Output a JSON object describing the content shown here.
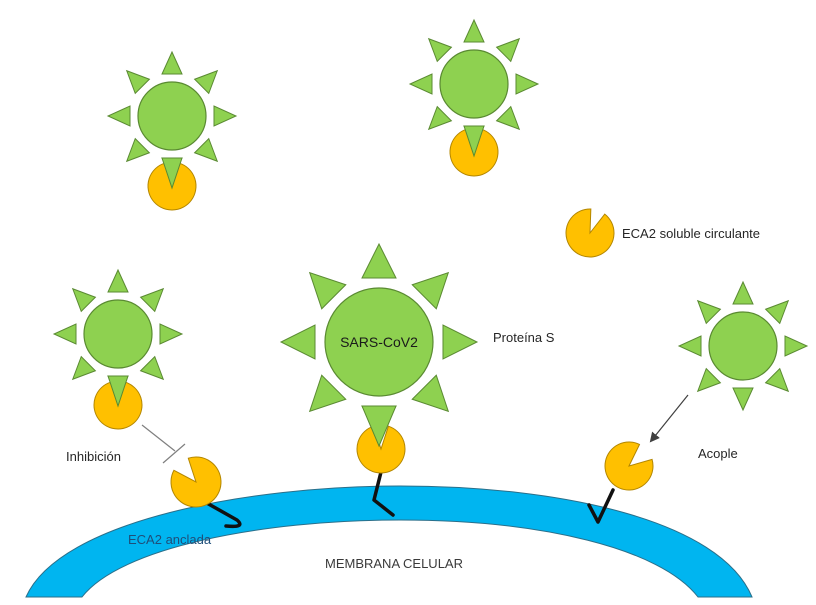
{
  "diagram": {
    "title": "SARS-CoV2 binding to soluble and membrane-anchored ECA2",
    "colors": {
      "virus_fill": "#8ed150",
      "virus_stroke": "#5a8a32",
      "eca2_fill": "#ffc000",
      "eca2_stroke": "#b38600",
      "membrane_fill": "#00b5f0",
      "membrane_stroke": "#2a6f8a",
      "anchor": "#111111",
      "connector": "#7f7f7f",
      "arrow": "#404040"
    },
    "labels": {
      "virus": "SARS-CoV2",
      "spike": "Proteína S",
      "soluble": "ECA2 soluble circulante",
      "anchored": "ECA2 anclada",
      "membrane": "MEMBRANA CELULAR",
      "inhibition": "Inhibición",
      "coupling": "Acople"
    },
    "viruses": [
      {
        "id": "virus-top-left",
        "bound_to": "soluble-eca2",
        "size": "small"
      },
      {
        "id": "virus-top-center",
        "bound_to": "soluble-eca2",
        "size": "small"
      },
      {
        "id": "virus-mid-left",
        "bound_to": "soluble-eca2",
        "size": "small"
      },
      {
        "id": "virus-center",
        "bound_to": "anchored-eca2",
        "size": "large",
        "labeled": true
      },
      {
        "id": "virus-right",
        "bound_to": "none",
        "size": "small"
      }
    ],
    "relations": [
      {
        "type": "inhibition",
        "from": "virus-mid-left-eca2",
        "to": "anchored-eca2-left",
        "label": "Inhibición"
      },
      {
        "type": "coupling",
        "from": "virus-right",
        "to": "anchored-eca2-right",
        "label": "Acople"
      }
    ]
  }
}
